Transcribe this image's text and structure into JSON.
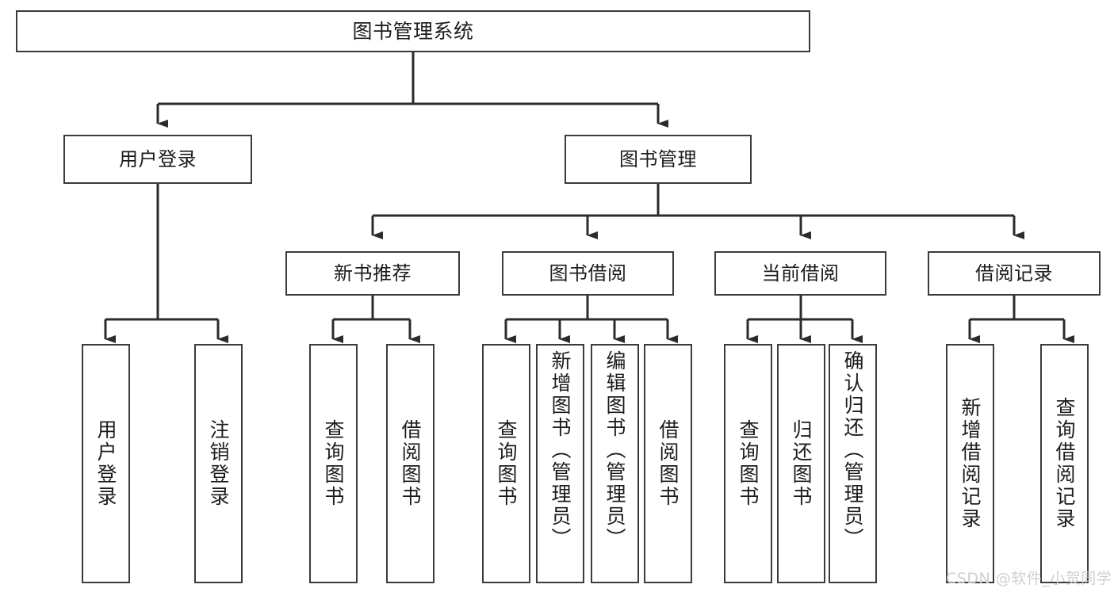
{
  "diagram": {
    "type": "tree",
    "title": "图书管理系统",
    "orientation": "top-down",
    "colors": {
      "box_border": "#3b3b3b",
      "box_fill": "#ffffff",
      "connector": "#2b2b2b",
      "text": "#1c1c1c",
      "watermark": "#cfcfcf",
      "background": "#ffffff"
    },
    "root": {
      "id": "root",
      "label": "图书管理系统",
      "orientation": "horizontal"
    },
    "level2": [
      {
        "id": "user-login",
        "label": "用户登录",
        "orientation": "horizontal"
      },
      {
        "id": "book-manage",
        "label": "图书管理",
        "orientation": "horizontal"
      }
    ],
    "level3": [
      {
        "id": "new-book-rec",
        "label": "新书推荐",
        "orientation": "horizontal",
        "parent": "book-manage"
      },
      {
        "id": "book-borrow",
        "label": "图书借阅",
        "orientation": "horizontal",
        "parent": "book-manage"
      },
      {
        "id": "current-borrow",
        "label": "当前借阅",
        "orientation": "horizontal",
        "parent": "book-manage"
      },
      {
        "id": "borrow-record",
        "label": "借阅记录",
        "orientation": "horizontal",
        "parent": "book-manage"
      }
    ],
    "leaves": [
      {
        "id": "leaf-user-login",
        "label": "用户登录",
        "parent": "user-login",
        "orientation": "vertical"
      },
      {
        "id": "leaf-user-logout",
        "label": "注销登录",
        "parent": "user-login",
        "orientation": "vertical"
      },
      {
        "id": "leaf-query-book-1",
        "label": "查询图书",
        "parent": "new-book-rec",
        "orientation": "vertical"
      },
      {
        "id": "leaf-borrow-book-1",
        "label": "借阅图书",
        "parent": "new-book-rec",
        "orientation": "vertical"
      },
      {
        "id": "leaf-query-book-2",
        "label": "查询图书",
        "parent": "book-borrow",
        "orientation": "vertical"
      },
      {
        "id": "leaf-add-book",
        "label": "新增图书（管理员）",
        "parent": "book-borrow",
        "orientation": "vertical"
      },
      {
        "id": "leaf-edit-book",
        "label": "编辑图书（管理员）",
        "parent": "book-borrow",
        "orientation": "vertical"
      },
      {
        "id": "leaf-borrow-book-2",
        "label": "借阅图书",
        "parent": "book-borrow",
        "orientation": "vertical"
      },
      {
        "id": "leaf-query-book-3",
        "label": "查询图书",
        "parent": "current-borrow",
        "orientation": "vertical"
      },
      {
        "id": "leaf-return-book",
        "label": "归还图书",
        "parent": "current-borrow",
        "orientation": "vertical"
      },
      {
        "id": "leaf-confirm-return",
        "label": "确认归还（管理员）",
        "parent": "current-borrow",
        "orientation": "vertical"
      },
      {
        "id": "leaf-add-record",
        "label": "新增借阅记录",
        "parent": "borrow-record",
        "orientation": "vertical"
      },
      {
        "id": "leaf-query-record",
        "label": "查询借阅记录",
        "parent": "borrow-record",
        "orientation": "vertical"
      }
    ]
  },
  "watermark": {
    "text": "CSDN @软件_小贺同学"
  }
}
